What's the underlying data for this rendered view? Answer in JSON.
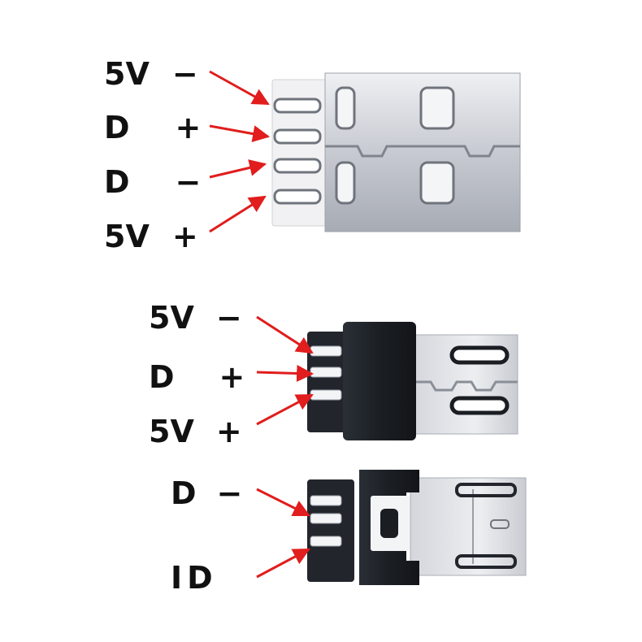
{
  "colors": {
    "arrow": "#e11d1d",
    "metal_light": "#e7e8ec",
    "metal_mid": "#b9bcc4",
    "metal_dark": "#8c9099",
    "insulator": "#f1f1f3",
    "plastic": "#1b1f24",
    "slot": "#1a1d22",
    "text": "#111111"
  },
  "usb_a": {
    "pins": [
      {
        "name": "5V",
        "sign": "−"
      },
      {
        "name": "D",
        "sign": "+"
      },
      {
        "name": "D",
        "sign": "−"
      },
      {
        "name": "5V",
        "sign": "+"
      }
    ]
  },
  "micro_usb_top": {
    "pins": [
      {
        "name": "5V",
        "sign": "−"
      },
      {
        "name": "D",
        "sign": "+"
      },
      {
        "name": "5V",
        "sign": "+"
      }
    ]
  },
  "micro_usb_bottom": {
    "pins": [
      {
        "name": "D",
        "sign": "−"
      },
      {
        "name": "ID",
        "sign": ""
      }
    ]
  }
}
